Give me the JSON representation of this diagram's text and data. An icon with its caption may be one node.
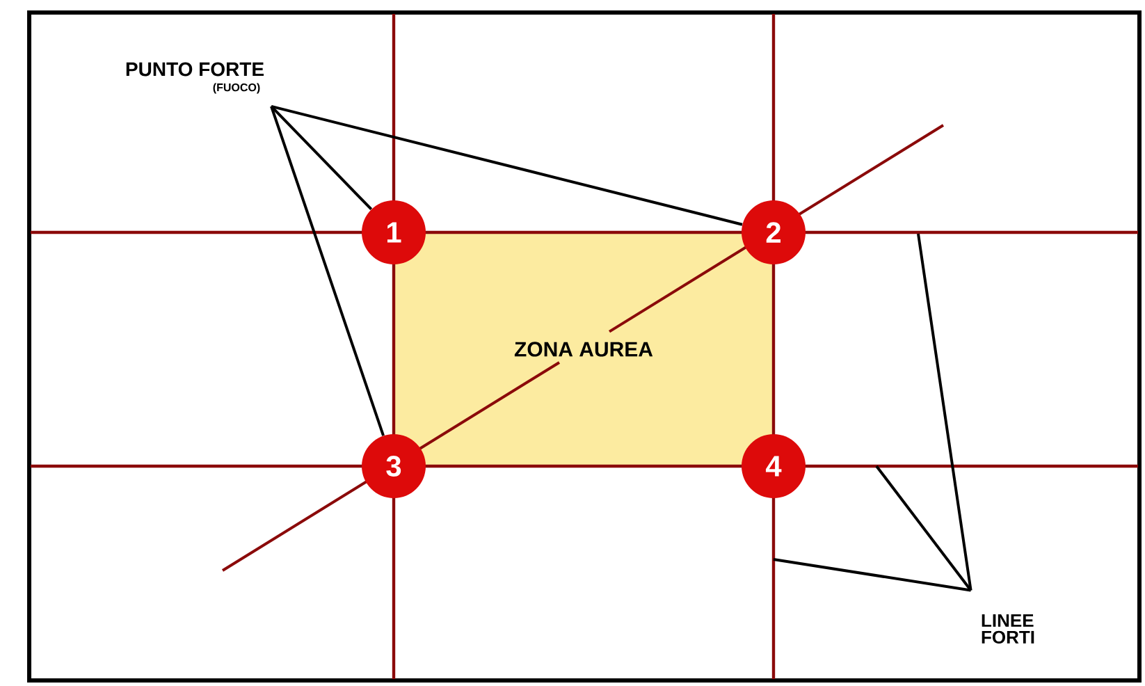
{
  "diagram": {
    "nodes": [
      {
        "text": [
          "PUNTO FORTE",
          "(FUOCO)"
        ]
      },
      {
        "text": [
          "1"
        ]
      },
      {
        "text": [
          "2"
        ]
      },
      {
        "text": [
          "3"
        ]
      },
      {
        "text": [
          "4"
        ]
      },
      {
        "text": [
          "ZONA AUREA"
        ]
      },
      {
        "text": [
          "LINEE FORTI"
        ]
      }
    ],
    "edges": [
      {
        "from": 0,
        "to": 1,
        "arrow": "none"
      },
      {
        "from": 0,
        "to": 2,
        "arrow": "none"
      },
      {
        "from": 0,
        "to": 3,
        "arrow": "none"
      },
      {
        "from": 6,
        "to": null,
        "arrow": "none"
      },
      {
        "from": 6,
        "to": null,
        "arrow": "none"
      },
      {
        "from": 6,
        "to": null,
        "arrow": "none"
      }
    ]
  }
}
